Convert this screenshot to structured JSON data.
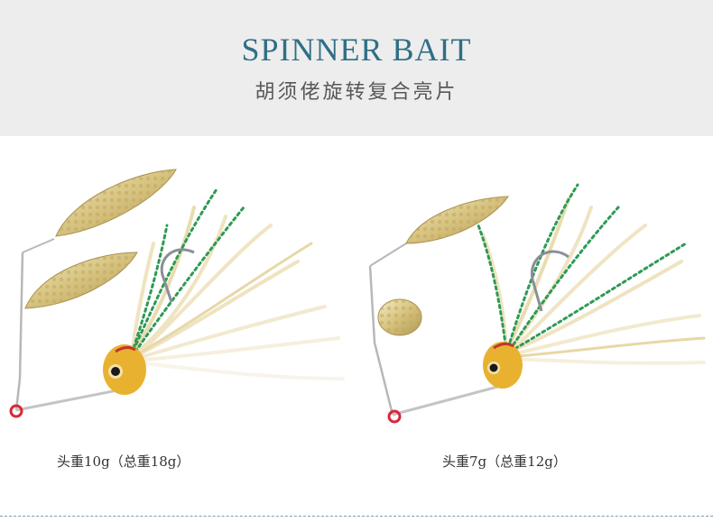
{
  "header": {
    "title": "SPINNER BAIT",
    "subtitle": "胡须佬旋转复合亮片"
  },
  "products": [
    {
      "caption": "头重10g（总重18g）"
    },
    {
      "caption": "头重7g（总重12g）"
    }
  ],
  "colors": {
    "header_bg": "#ededed",
    "title": "#2f6f86",
    "blade_gold": "#d9c98a",
    "head_yellow": "#e8b230",
    "skirt_cream": "#efe3c0",
    "skirt_green": "#2e9a55"
  }
}
